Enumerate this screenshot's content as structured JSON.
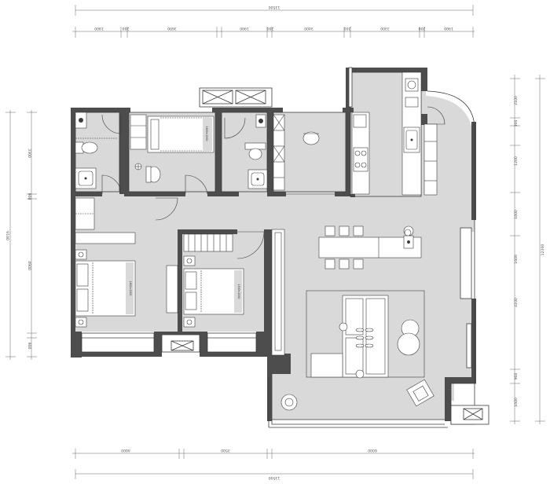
{
  "dimensions": {
    "top_total": "13500",
    "top_segments": [
      "1900",
      "200",
      "3600",
      "1900",
      "200",
      "3400",
      "200",
      "3300",
      "200",
      "1900"
    ],
    "bottom_segments": [
      "4000",
      "3500",
      "6000"
    ],
    "bottom_total": "13500",
    "left_total": "9100",
    "left_segments": [
      "3300",
      "900",
      "4900",
      "900"
    ],
    "right_total": "12300",
    "right_segments": [
      "2100",
      "300",
      "1200",
      "1600",
      "1600",
      "4100",
      "900",
      "1600"
    ]
  },
  "bed_labels": {
    "master_top": "1800×2000",
    "master_left": "1800×2000",
    "second": "1500×2000"
  },
  "colors": {
    "floor": "#d9d9d9",
    "wall": "#4d4d4d",
    "line": "#3c3c3c",
    "white": "#ffffff",
    "dim_line": "#666666"
  }
}
